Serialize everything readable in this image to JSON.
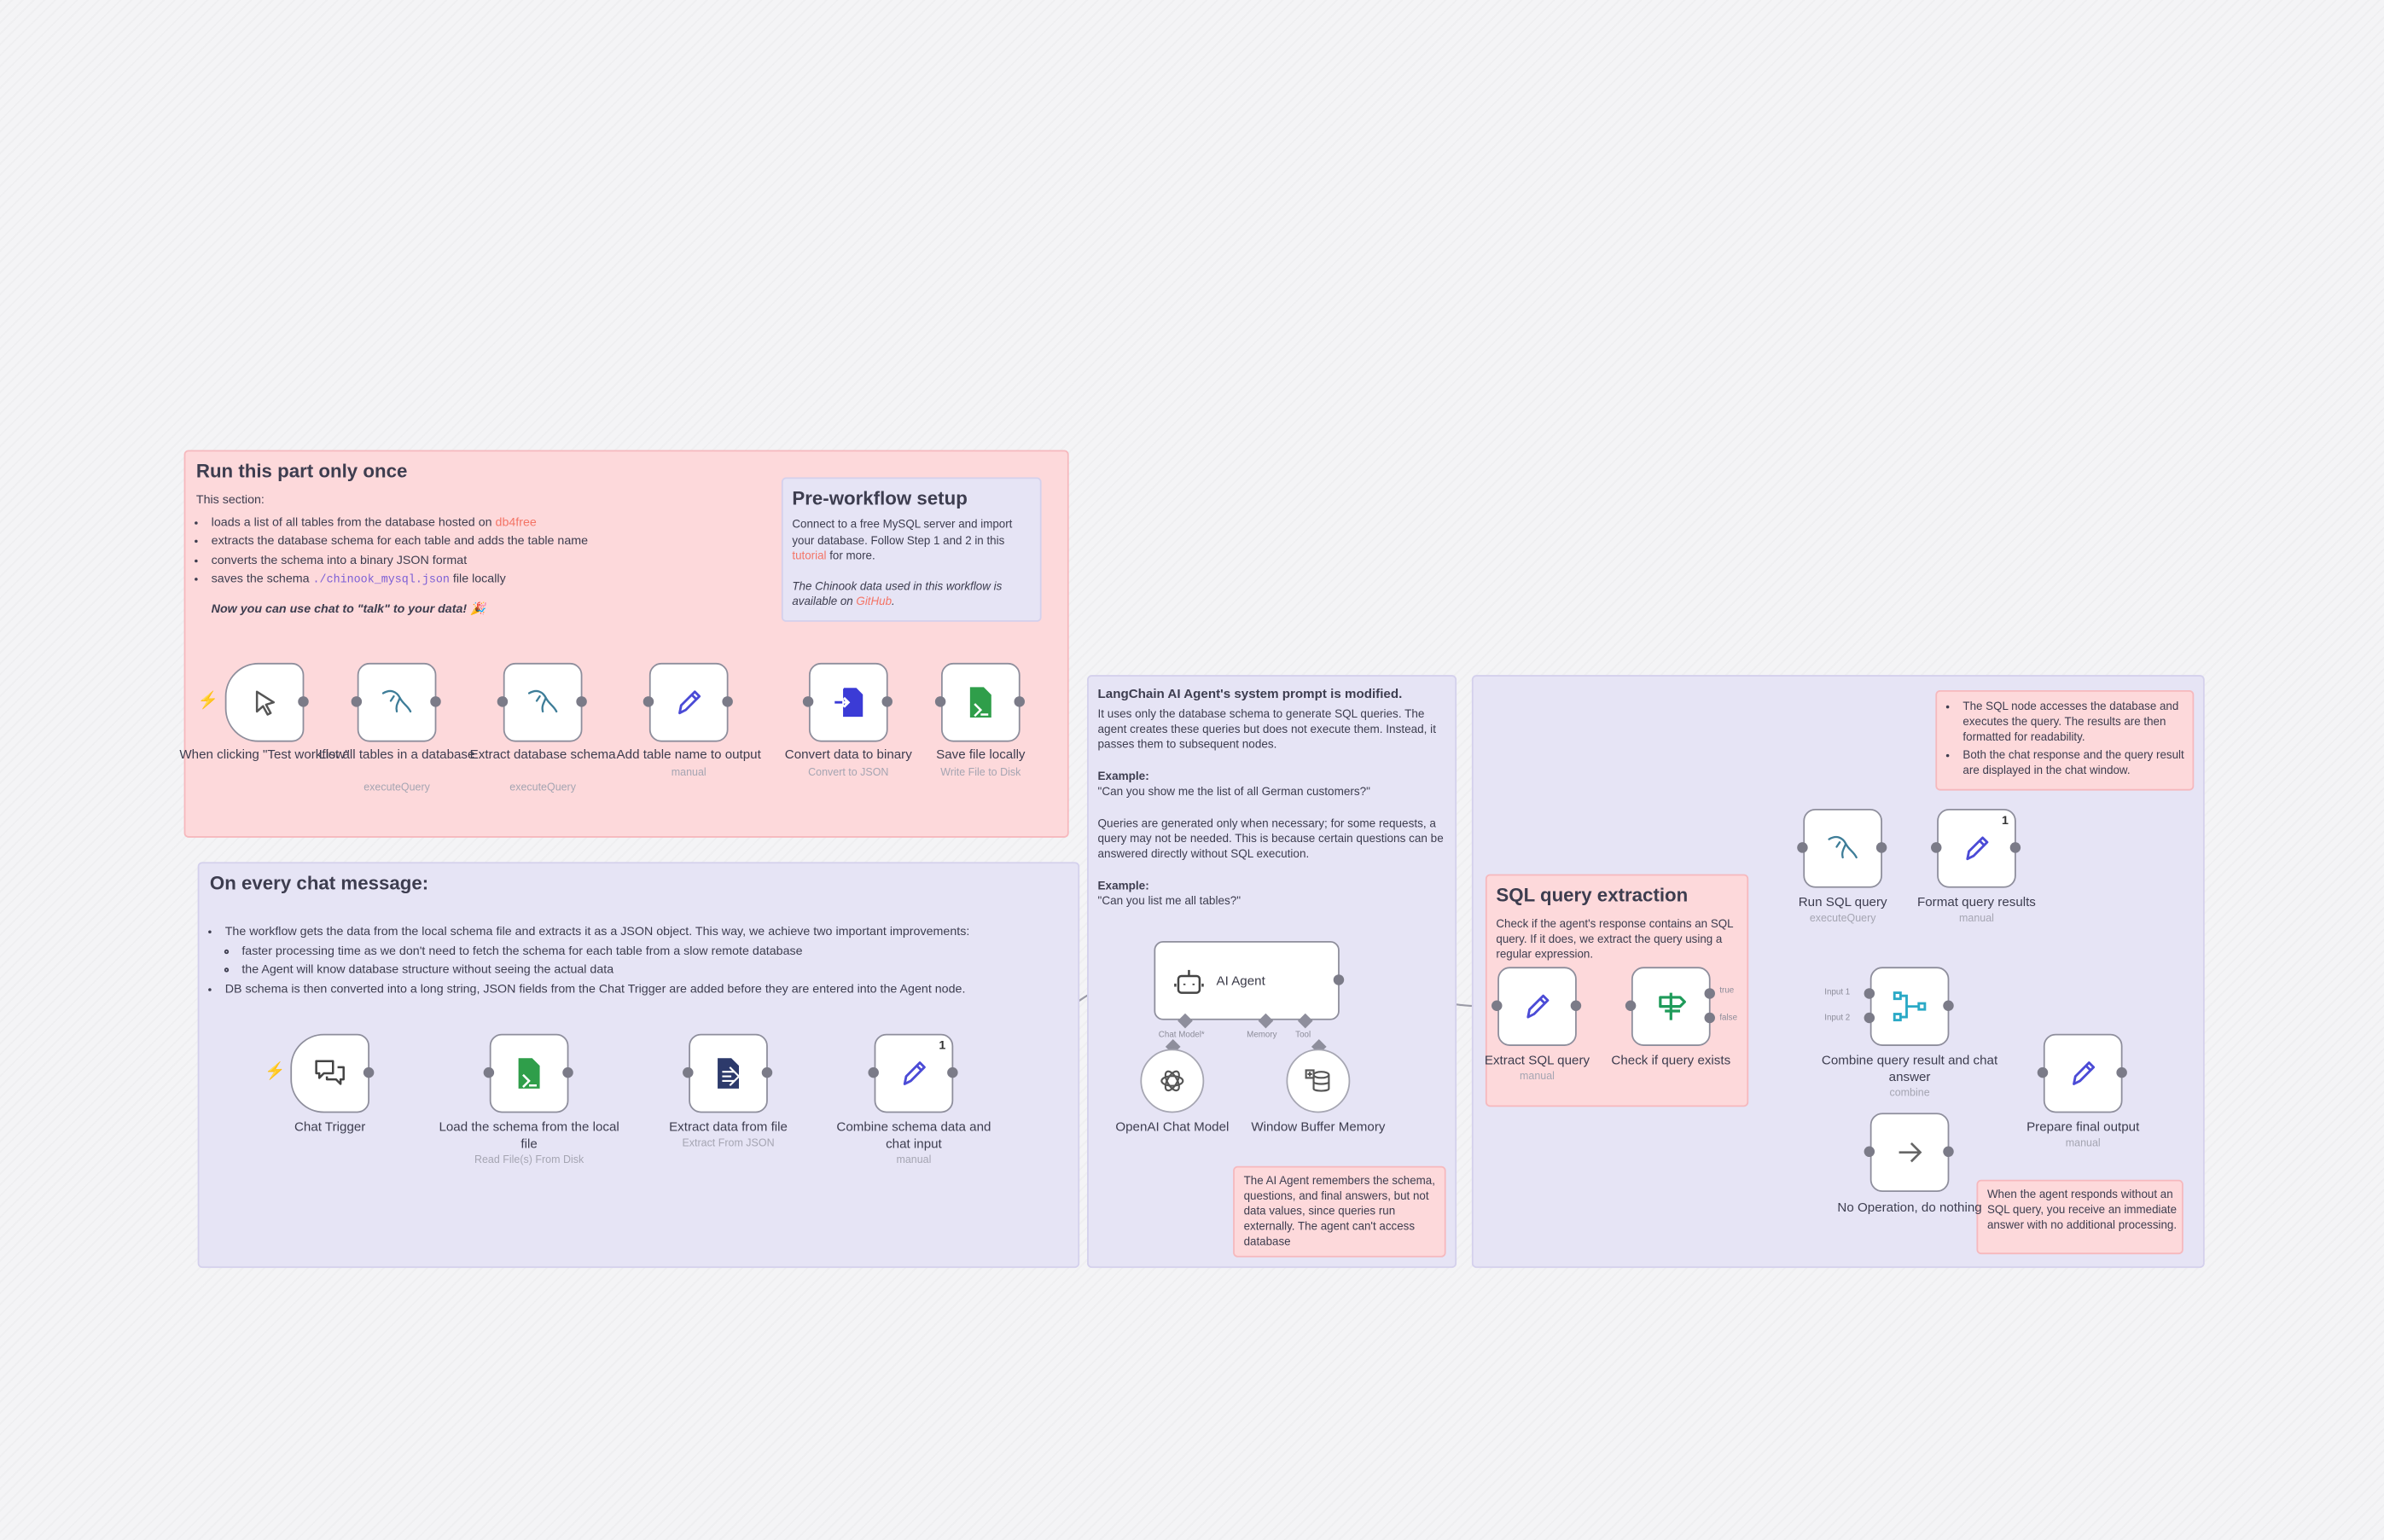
{
  "stickies": {
    "run_once": {
      "title": "Run this part only once",
      "intro": "This section:",
      "b1": "loads a list of all tables from the database hosted on ",
      "b1_link": "db4free",
      "b2": "extracts the database schema for each table and adds the table name",
      "b3": "converts the schema into a binary JSON format",
      "b4_pre": "saves the schema ",
      "b4_code": "./chinook_mysql.json",
      "b4_post": " file locally",
      "now": "Now you can use chat to \"talk\" to your data! 🎉"
    },
    "prework": {
      "title": "Pre-workflow setup",
      "p1_pre": "Connect to a free MySQL server and import your database. Follow Step 1 and 2 in this ",
      "p1_link": "tutorial",
      "p1_post": " for more.",
      "p2_pre": "The Chinook data used in this workflow is available on ",
      "p2_link": "GitHub",
      "p2_post": "."
    },
    "every_chat": {
      "title": "On every chat message:",
      "b1": "The workflow gets the data from the local schema file and extracts it as a JSON object. This way, we achieve two important improvements:",
      "b1a": "faster processing time as we don't need to fetch the schema for each table from a slow remote database",
      "b1b": "the Agent will know database structure without seeing the actual data",
      "b2": "DB schema is then converted into a long string, JSON fields from the Chat Trigger are added before they are entered into the Agent node."
    },
    "langchain": {
      "title": "LangChain AI Agent's system prompt is modified.",
      "p1": "It uses only the database schema to generate SQL queries. The agent creates these queries but does not execute them. Instead, it passes them to subsequent nodes.",
      "ex1_label": "Example:",
      "ex1": "\"Can you show me the list of all German customers?\"",
      "p2": "Queries are generated only when necessary; for some requests, a query may not be needed. This is because certain questions can be answered directly without SQL execution.",
      "ex2_label": "Example:",
      "ex2": "\"Can you list me all tables?\""
    },
    "memory_note": "The AI Agent remembers the schema, questions, and final answers, but not data values, since queries run externally. The agent can't access database",
    "sql_node_note": {
      "b1": "The SQL node accesses the database and executes the query. The results are then formatted for readability.",
      "b2": "Both the chat response and the query result are displayed in the chat window."
    },
    "sql_extraction": {
      "title": "SQL query extraction",
      "text": "Check if the agent's response contains an SQL query. If it does, we extract the query using a regular expression."
    },
    "noop_note": "When the agent responds without an SQL query, you receive an immediate answer with no additional processing."
  },
  "nodes": {
    "when_clicking": {
      "label": "When clicking \"Test workflow\""
    },
    "list_tables": {
      "label": "List all tables in a database",
      "sub": "executeQuery"
    },
    "extract_schema": {
      "label": "Extract database schema",
      "sub": "executeQuery"
    },
    "add_table_name": {
      "label": "Add table name to output",
      "sub": "manual"
    },
    "convert_binary": {
      "label": "Convert data to binary",
      "sub": "Convert to JSON"
    },
    "save_file": {
      "label": "Save file locally",
      "sub": "Write File to Disk"
    },
    "chat_trigger": {
      "label": "Chat Trigger"
    },
    "load_schema": {
      "label": "Load the schema from the local file",
      "sub": "Read File(s) From Disk"
    },
    "extract_file": {
      "label": "Extract data from file",
      "sub": "Extract From JSON"
    },
    "combine_schema": {
      "label": "Combine schema data and chat input",
      "sub": "manual",
      "badge": "1"
    },
    "ai_agent": {
      "label": "AI Agent",
      "port_model": "Chat Model*",
      "port_memory": "Memory",
      "port_tool": "Tool"
    },
    "openai_model": {
      "label": "OpenAI Chat Model"
    },
    "window_memory": {
      "label": "Window Buffer Memory"
    },
    "extract_sql": {
      "label": "Extract SQL query",
      "sub": "manual"
    },
    "check_query": {
      "label": "Check if query exists",
      "out_true": "true",
      "out_false": "false"
    },
    "run_sql": {
      "label": "Run SQL query",
      "sub": "executeQuery"
    },
    "format_results": {
      "label": "Format query results",
      "sub": "manual",
      "badge": "1"
    },
    "combine_result": {
      "label": "Combine query result and chat answer",
      "sub": "combine",
      "in1": "Input 1",
      "in2": "Input 2"
    },
    "prepare_output": {
      "label": "Prepare final output",
      "sub": "manual"
    },
    "no_op": {
      "label": "No Operation, do nothing"
    }
  },
  "colors": {
    "sticky_red": "#fdd9db",
    "sticky_purple": "#e6e4f5",
    "mysql_blue": "#3e7d98",
    "edit_purple": "#4b4bd6",
    "convert_blue": "#3b3bd6",
    "file_green": "#2f9e4a",
    "extract_navy": "#2d3a6b",
    "if_green": "#1f9b5a",
    "merge_teal": "#2aa9c6",
    "trigger_red": "#f2625b"
  }
}
